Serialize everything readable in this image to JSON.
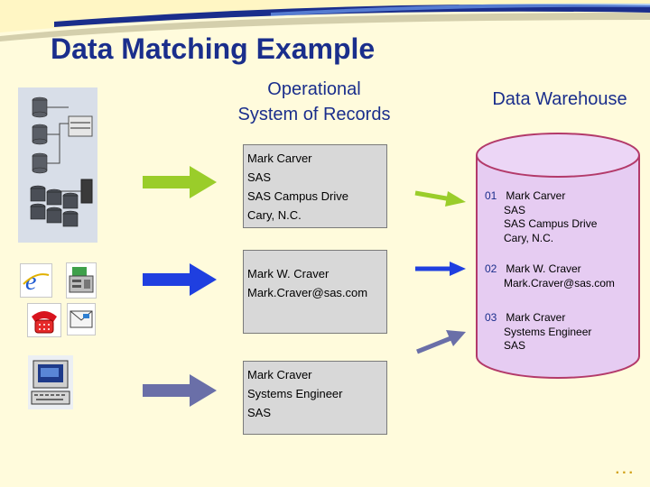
{
  "title": "Data Matching Example",
  "operational_title_line1": "Operational",
  "operational_title_line2": "System of Records",
  "warehouse_title": "Data Warehouse",
  "source_records": [
    {
      "lines": [
        "Mark Carver",
        "SAS",
        "SAS Campus Drive",
        "Cary,  N.C."
      ],
      "arrow_color": "#9acd2a"
    },
    {
      "lines": [
        "Mark W. Craver",
        "Mark.Craver@sas.com"
      ],
      "arrow_color": "#1f3fe0"
    },
    {
      "lines": [
        "Mark Craver",
        "Systems Engineer",
        "SAS"
      ],
      "arrow_color": "#6a6fa8"
    }
  ],
  "warehouse_records": [
    {
      "num": "01",
      "first": "Mark Carver",
      "rest": [
        "SAS",
        "SAS Campus Drive",
        "Cary,  N.C."
      ]
    },
    {
      "num": "02",
      "first": "Mark W. Craver",
      "rest": [
        "Mark.Craver@sas.com"
      ]
    },
    {
      "num": "03",
      "first": "Mark Craver",
      "rest": [
        "Systems Engineer",
        "SAS"
      ]
    }
  ],
  "colors": {
    "title": "#1a2e8c",
    "background": "#fffbdc",
    "cylinder": "#e6ccf2",
    "cylinder_border": "#b33a6a"
  },
  "icons": [
    "database-cluster-icon",
    "internet-explorer-icon",
    "fax-machine-icon",
    "telephone-icon",
    "email-icon",
    "computer-terminal-icon"
  ],
  "more_indicator": "..."
}
